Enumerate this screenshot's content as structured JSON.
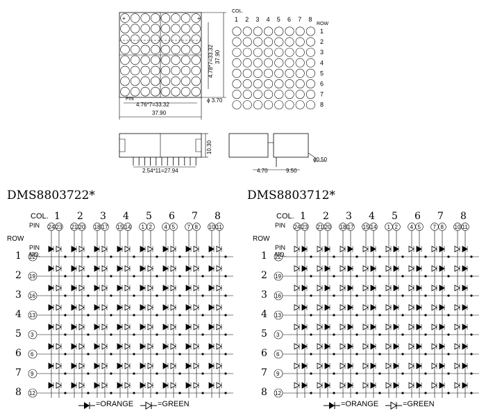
{
  "top": {
    "col_label": "COL.",
    "row_label": "ROW",
    "col_numbers": [
      "1",
      "2",
      "3",
      "4",
      "5",
      "6",
      "7",
      "8"
    ],
    "row_numbers": [
      "1",
      "2",
      "3",
      "4",
      "5",
      "6",
      "7",
      "8"
    ],
    "pin_label": "PIN",
    "dim_vertical_pitch": "4.78*7=33.32",
    "dim_height": "37.90",
    "dim_horizontal_pitch": "4.76*7=33.32",
    "dim_diameter": "ϕ 3.70",
    "dim_width": "37.90",
    "dim_thickness": "10.30",
    "dim_pin_pitch": "2.54*11=27.94",
    "dim_side_a": "4.70",
    "dim_side_b": "9.50",
    "dim_pin_dia": "ϕ0.50"
  },
  "schematics": [
    {
      "title": "DMS8803722*",
      "col_label": "COL.",
      "col_numbers": [
        "1",
        "2",
        "3",
        "4",
        "5",
        "6",
        "7",
        "8"
      ],
      "col_pins": [
        [
          "24",
          "23"
        ],
        [
          "21",
          "20"
        ],
        [
          "18",
          "17"
        ],
        [
          "15",
          "14"
        ],
        [
          "1",
          "2"
        ],
        [
          "4",
          "5"
        ],
        [
          "7",
          "8"
        ],
        [
          "10",
          "11"
        ]
      ],
      "row_label": "ROW",
      "pin_label": "PIN",
      "no_label": "NO.",
      "row_numbers": [
        "1",
        "2",
        "3",
        "4",
        "5",
        "6",
        "7",
        "8"
      ],
      "row_pins": [
        "22",
        "19",
        "16",
        "13",
        "3",
        "6",
        "9",
        "12"
      ]
    },
    {
      "title": "DMS8803712*",
      "col_label": "COL.",
      "col_numbers": [
        "1",
        "2",
        "3",
        "4",
        "5",
        "6",
        "7",
        "8"
      ],
      "col_pins": [
        [
          "24",
          "23"
        ],
        [
          "21",
          "20"
        ],
        [
          "18",
          "17"
        ],
        [
          "15",
          "14"
        ],
        [
          "1",
          "2"
        ],
        [
          "4",
          "5"
        ],
        [
          "7",
          "8"
        ],
        [
          "10",
          "11"
        ]
      ],
      "row_label": "ROW",
      "pin_label": "PIN",
      "no_label": "NO.",
      "row_numbers": [
        "1",
        "2",
        "3",
        "4",
        "5",
        "6",
        "7",
        "8"
      ],
      "row_pins": [
        "22",
        "19",
        "16",
        "13",
        "3",
        "6",
        "9",
        "12"
      ]
    }
  ],
  "legend": [
    {
      "label": "=ORANGE"
    },
    {
      "label": "=GREEN"
    }
  ]
}
